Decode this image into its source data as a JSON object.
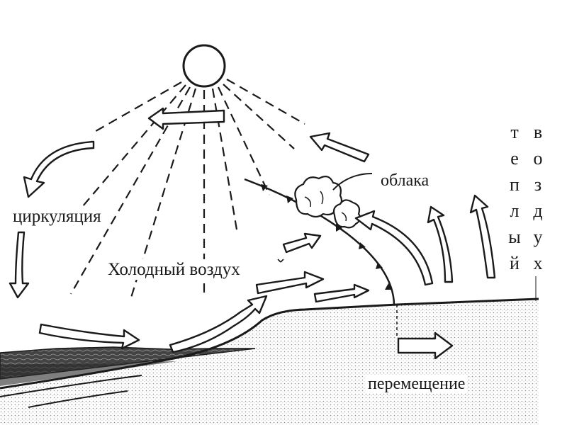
{
  "labels": {
    "circulation": "циркуляция",
    "cold_air": "Холодный воздух",
    "clouds": "облака",
    "movement": "перемещение"
  },
  "vertical_text": {
    "warm": [
      "т",
      "е",
      "п",
      "л",
      "ы",
      "й"
    ],
    "air": [
      "в",
      "о",
      "з",
      "д",
      "у",
      "х"
    ]
  },
  "colors": {
    "ink": "#1a1a1a",
    "background": "#ffffff"
  },
  "icons": {
    "sun": "circle-outline",
    "cloud": "scalloped-cloud",
    "arrow": "hollow-block-arrow"
  }
}
